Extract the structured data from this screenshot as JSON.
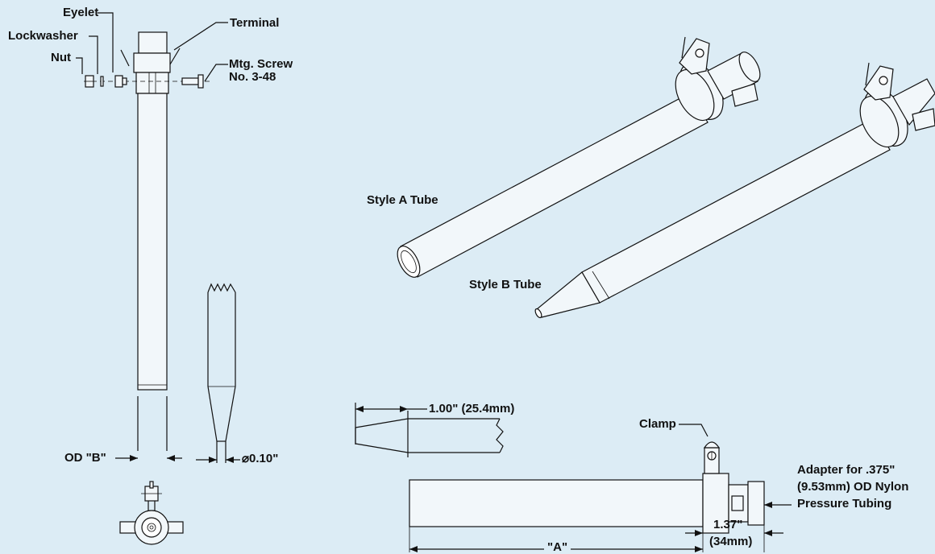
{
  "colors": {
    "background": "#dcecf5",
    "line": "#111111",
    "part_fill": "#f2f7fa"
  },
  "labels": {
    "eyelet": "Eyelet",
    "lockwasher": "Lockwasher",
    "nut": "Nut",
    "terminal": "Terminal",
    "mtg_screw_line1": "Mtg. Screw",
    "mtg_screw_line2": "No. 3-48",
    "style_a": "Style A Tube",
    "style_b": "Style B Tube",
    "od_b": "OD \"B\"",
    "diameter_tip": "⌀0.10\"",
    "taper_length": "1.00\" (25.4mm)",
    "clamp": "Clamp",
    "adapter_line1": "Adapter for .375\"",
    "adapter_line2": "(9.53mm) OD Nylon",
    "adapter_line3": "Pressure Tubing",
    "dim_137_line1": "1.37\"",
    "dim_137_line2": "(34mm)",
    "dim_a": "\"A\""
  }
}
